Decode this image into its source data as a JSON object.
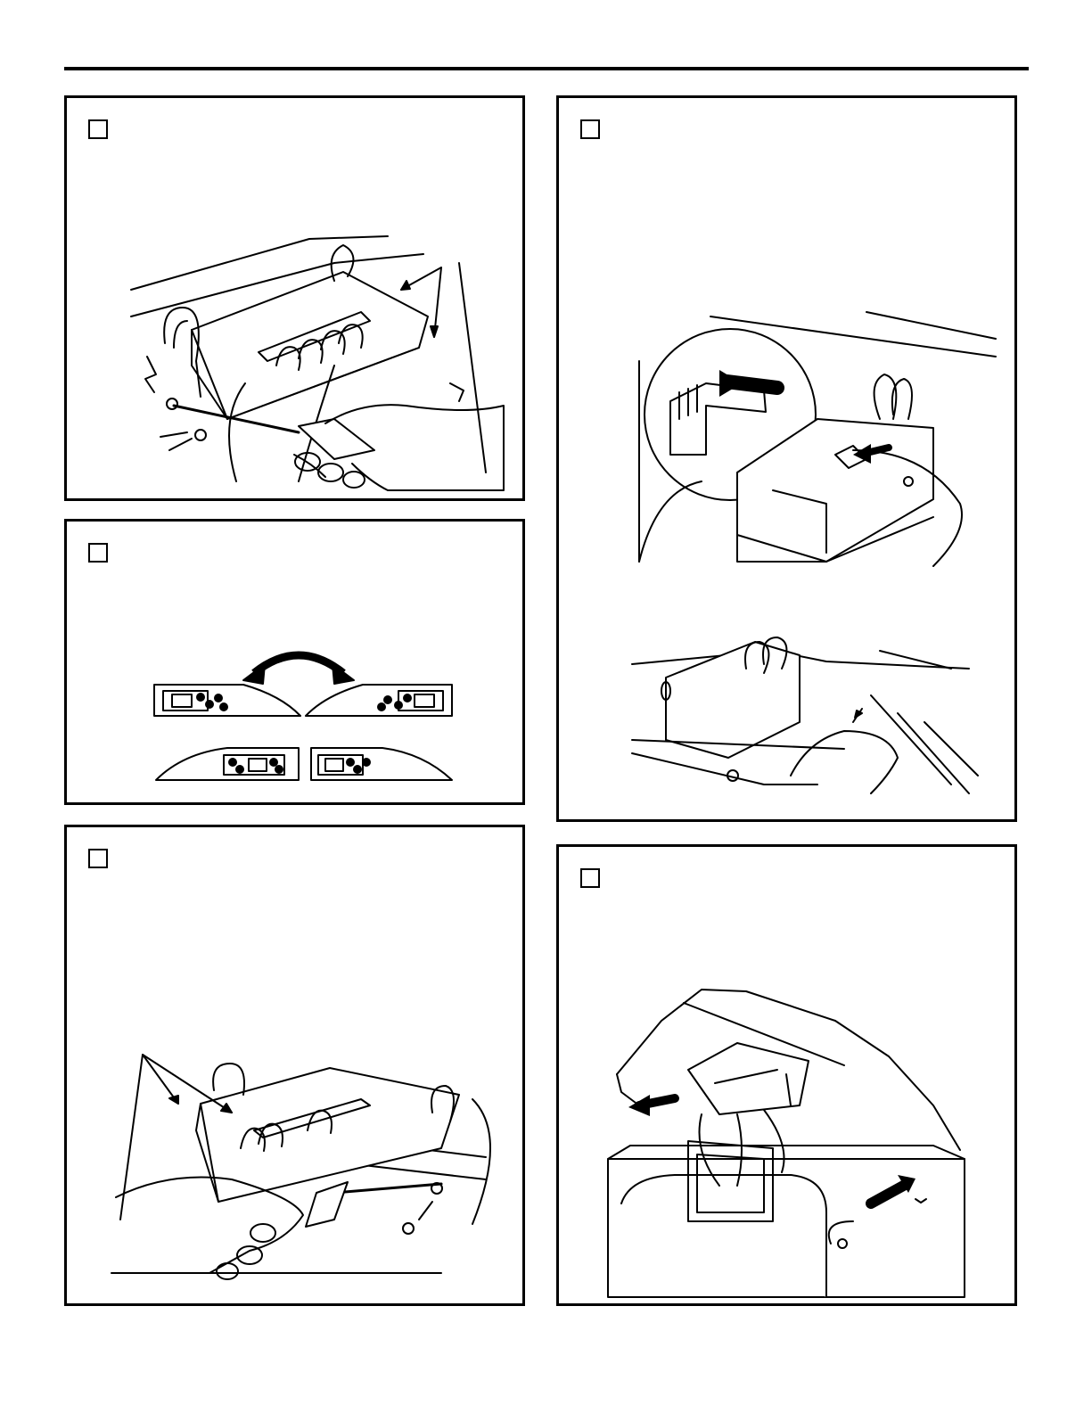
{
  "page": {
    "header_rule": true
  },
  "steps": [
    {
      "id": "panel-a",
      "number": "",
      "illustration": "screwdriver-removing-control-board-screws"
    },
    {
      "id": "panel-b",
      "number": "",
      "illustration": "control-panel-orientation-options"
    },
    {
      "id": "panel-c",
      "number": "",
      "illustration": "screwdriver-installing-control-board-screws"
    },
    {
      "id": "panel-d",
      "number": "",
      "illustration": "connector-plug-insertion-detail"
    },
    {
      "id": "panel-e",
      "number": "",
      "illustration": "backsplash-installation-arrows"
    }
  ],
  "colors": {
    "ink": "#000000",
    "paper": "#ffffff"
  }
}
